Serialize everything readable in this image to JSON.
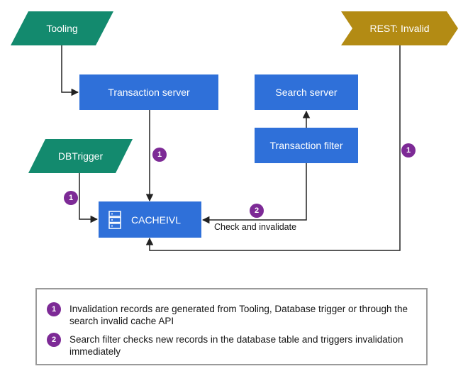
{
  "colors": {
    "tooling_fill": "#138a6e",
    "rest_fill": "#b38b14",
    "server_fill": "#2f70d9",
    "badge_fill": "#7d2a96",
    "line": "#222222",
    "legend_border": "#9a9a9a"
  },
  "nodes": {
    "tooling": "Tooling",
    "rest": "REST: Invalid",
    "transaction_server": "Transaction server",
    "search_server": "Search server",
    "transaction_filter": "Transaction filter",
    "dbtrigger": "DBTrigger",
    "cacheivl": "CACHEIVL"
  },
  "icons": {
    "cacheivl": "server-stack-icon"
  },
  "badges": {
    "transaction_server_to_cache": "1",
    "dbtrigger_to_cache": "1",
    "rest_to_cache": "1",
    "filter_to_cache": "2"
  },
  "edge_labels": {
    "check_and_invalidate": "Check and invalidate"
  },
  "legend": {
    "items": [
      {
        "badge": "1",
        "text": "Invalidation records are generated from Tooling, Database trigger or through the search invalid cache API"
      },
      {
        "badge": "2",
        "text": "Search filter checks new records in the database table and triggers invalidation immediately"
      }
    ]
  }
}
